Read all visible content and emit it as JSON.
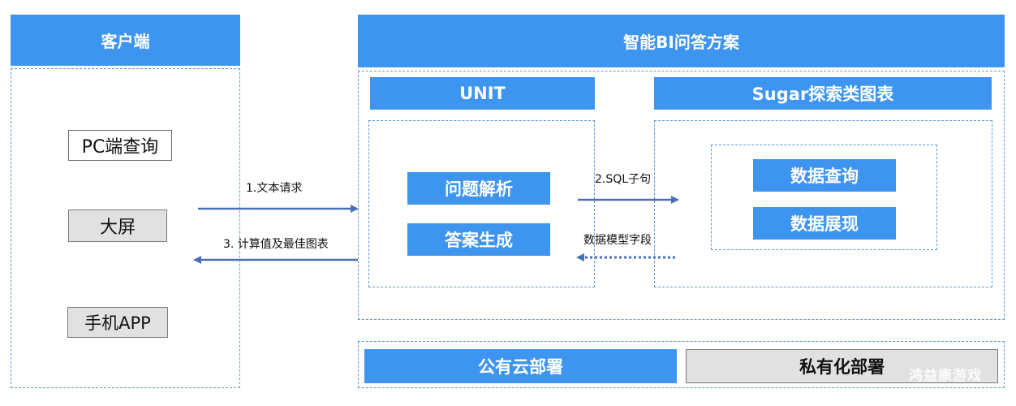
{
  "client": {
    "title": "客户端",
    "items": [
      "PC端查询",
      "大屏",
      "手机APP"
    ]
  },
  "solution": {
    "title": "智能BI问答方案",
    "unit": {
      "title": "UNIT",
      "items": [
        "问题解析",
        "答案生成"
      ]
    },
    "sugar": {
      "title": "Sugar探索类图表",
      "items": [
        "数据查询",
        "数据展现"
      ]
    },
    "deploy": {
      "public": "公有云部署",
      "private": "私有化部署"
    }
  },
  "arrows": {
    "text_request": "1.文本请求",
    "result": "3. 计算值及最佳图表",
    "sql": "2.SQL子句",
    "fields": "数据模型字段"
  },
  "watermark": "鸿益康游戏",
  "colors": {
    "bar_blue": "#3d95f0",
    "dash_blue": "#5b9bd5",
    "arrow_blue": "#4a6fb5",
    "gray_fill": "#e1e1e1"
  }
}
